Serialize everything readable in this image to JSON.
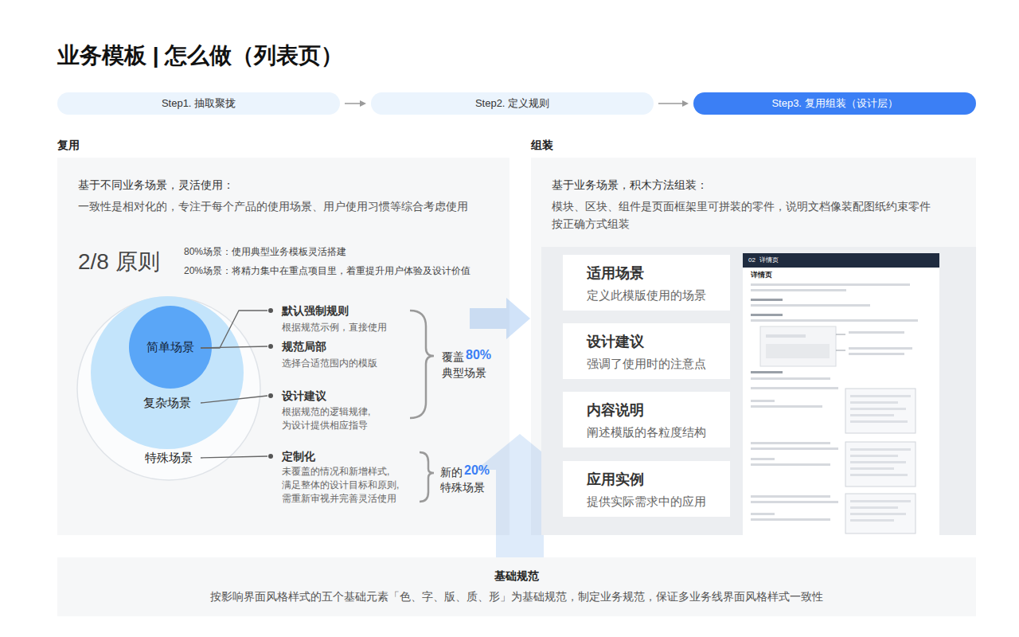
{
  "diagram": {
    "title": "业务模板 | 怎么做（列表页）",
    "nodes": [
      {
        "text": [
          "Step1. 抽取聚拢"
        ]
      },
      {
        "text": [
          "Step2. 定义规则"
        ]
      },
      {
        "text": [
          "Step3. 复用组装（设计层）"
        ]
      },
      {
        "text": [
          "复用",
          "基于不同业务场景，灵活使用：",
          "一致性是相对化的，专注于每个产品的使用场景、用户使用习惯等综合考虑使用"
        ]
      },
      {
        "text": [
          "特殊场景"
        ],
        "in": 3
      },
      {
        "text": [
          "复杂场景"
        ],
        "in": 4
      },
      {
        "text": [
          "简单场景"
        ],
        "in": 5
      },
      {
        "text": [
          "组装",
          "基于业务场景，积木方法组装：",
          "模块、区块、组件是页面框架里可拼装的零件，说明文档像装配图纸约束零件按正确方式组装"
        ]
      },
      {
        "text": [
          "适用场景",
          "定义此模版使用的场景"
        ],
        "in": 7
      },
      {
        "text": [
          "设计建议",
          "强调了使用时的注意点"
        ],
        "in": 7
      },
      {
        "text": [
          "内容说明",
          "阐述模版的各粒度结构"
        ],
        "in": 7
      },
      {
        "text": [
          "应用实例",
          "提供实际需求中的应用"
        ],
        "in": 7
      },
      {
        "text": [
          "基础规范",
          "按影响界面风格样式的五个基础元素「色、字、版、质、形」为基础规范，制定业务规范，保证多业务线界面风格样式一致性"
        ]
      }
    ],
    "edges": [
      {
        "from": 0,
        "to": 1,
        "arrow": "to"
      },
      {
        "from": 1,
        "to": 2,
        "arrow": "to"
      },
      {
        "from": 3,
        "to": 7,
        "arrow": "to"
      },
      {
        "from": 12,
        "to": 7,
        "arrow": "to"
      }
    ],
    "labels": [
      "2/8 原则",
      "80%场景：使用典型业务模板灵活搭建",
      "20%场景：将精力集中在重点项目里，着重提升用户体验及设计价值",
      "默认强制规则",
      "根据规范示例，直接使用",
      "规范局部",
      "选择合适范围内的模版",
      "设计建议",
      "根据规范的逻辑规律, 为设计提供相应指导",
      "定制化",
      "未覆盖的情况和新增样式, 满足整体的设计目标和原则, 需重新审视并完善灵活使用",
      "覆盖",
      "80%",
      "典型场景",
      "新的",
      "20%",
      "特殊场景",
      "02",
      "详情页",
      "详情页"
    ]
  }
}
